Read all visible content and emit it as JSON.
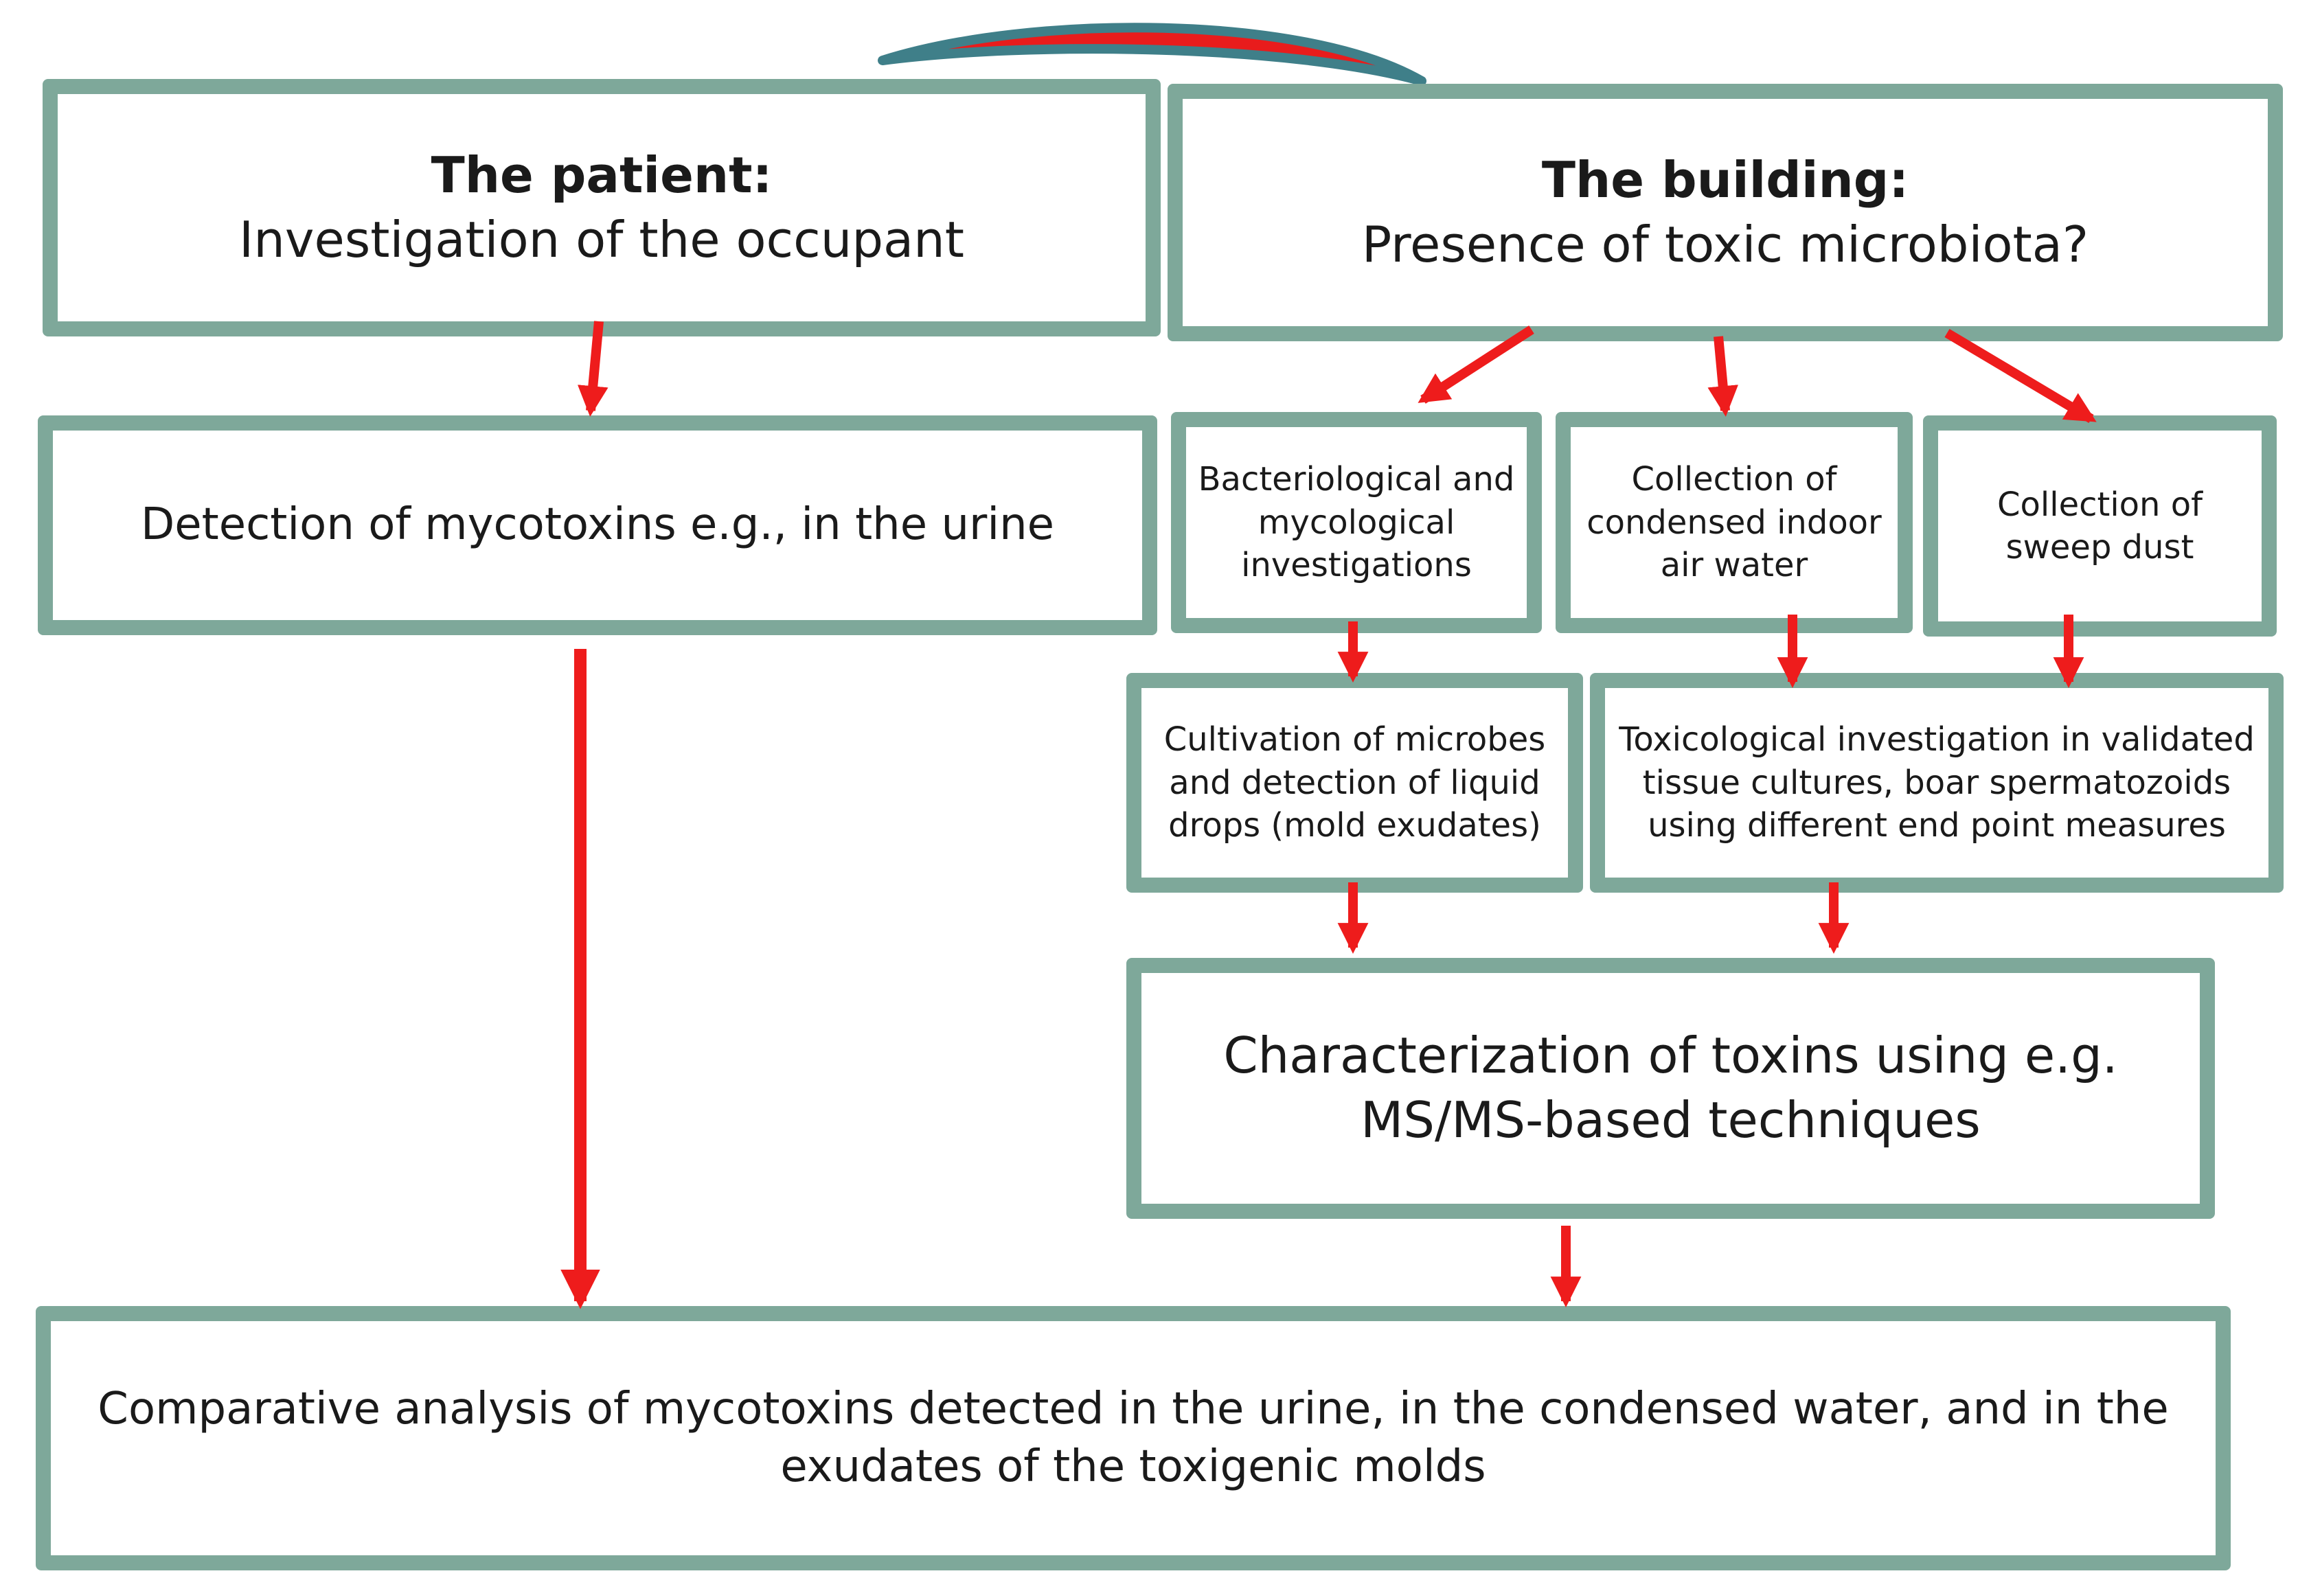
{
  "patient": {
    "title": "The patient:",
    "subtitle": "Investigation of the occupant"
  },
  "building": {
    "title": "The building:",
    "subtitle": "Presence of toxic microbiota?"
  },
  "detection": {
    "text": "Detection of mycotoxins e.g., in the urine"
  },
  "bacteriological": {
    "line1": "Bacteriological and",
    "line2": "mycological",
    "line3": "investigations"
  },
  "condensed_water": {
    "line1": "Collection of",
    "line2": "condensed indoor",
    "line3": "air water"
  },
  "sweep_dust": {
    "line1": "Collection of",
    "line2": "sweep dust"
  },
  "cultivation": {
    "line1": "Cultivation of microbes",
    "line2": "and detection of liquid",
    "line3": "drops (mold exudates)"
  },
  "toxicological": {
    "line1": "Toxicological investigation in validated",
    "line2": "tissue cultures, boar spermatozoids",
    "line3": "using different end point measures"
  },
  "characterization": {
    "line1": "Characterization of toxins using e.g.",
    "line2": "MS/MS-based techniques"
  },
  "comparative": {
    "line1": "Comparative analysis of mycotoxins detected in the urine, in the condensed water, and in the",
    "line2": "exudates of the toxigenic molds"
  },
  "colors": {
    "box_border": "#7ea89a",
    "arrow": "#ee1c1c",
    "arc_outline": "#3f7f89"
  }
}
